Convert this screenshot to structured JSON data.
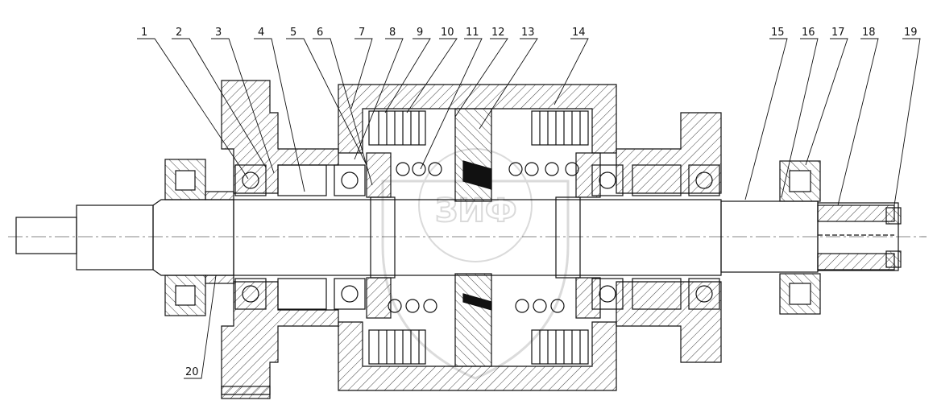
{
  "callouts": {
    "c1": "1",
    "c2": "2",
    "c3": "3",
    "c4": "4",
    "c5": "5",
    "c6": "6",
    "c7": "7",
    "c8": "8",
    "c9": "9",
    "c10": "10",
    "c11": "11",
    "c12": "12",
    "c13": "13",
    "c14": "14",
    "c15": "15",
    "c16": "16",
    "c17": "17",
    "c18": "18",
    "c19": "19",
    "c20": "20"
  },
  "watermark": {
    "text": "ЗИФ"
  },
  "colors": {
    "line": "#111111",
    "watermark": "#d7d7d7"
  }
}
